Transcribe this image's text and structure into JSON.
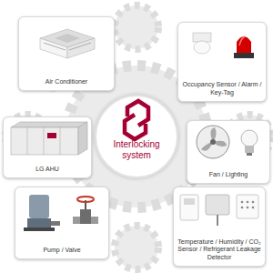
{
  "diagram": {
    "nodes": [
      {
        "text": [
          "Air Conditioner"
        ]
      },
      {
        "text": [
          "Occupancy Sensor / Alarm / Key-Tag"
        ]
      },
      {
        "text": [
          "LG AHU"
        ]
      },
      {
        "text": [
          "Interlocking system"
        ]
      },
      {
        "text": [
          "Fan / Lighting"
        ]
      },
      {
        "text": [
          "Pump / Valve"
        ]
      },
      {
        "text": [
          "Temperature / Humidity / CO₂ Sensor / Refrigerant Leakage Detector"
        ]
      }
    ]
  }
}
